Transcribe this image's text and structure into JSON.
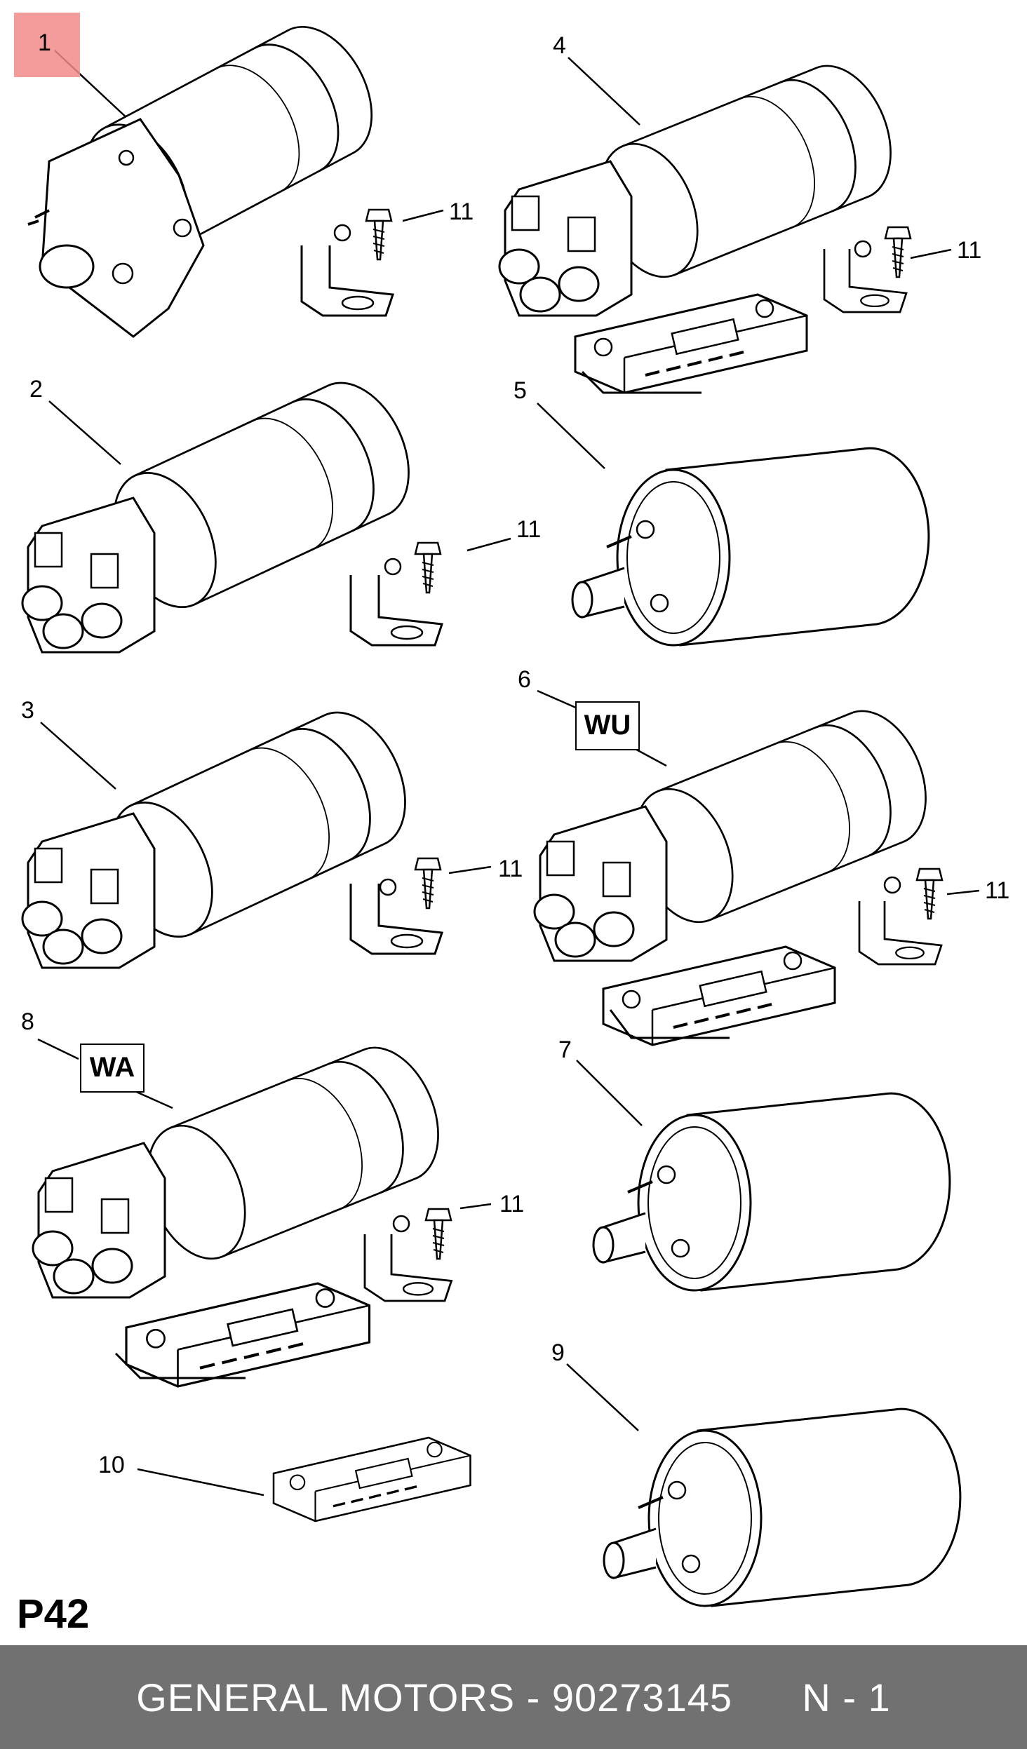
{
  "diagram": {
    "callouts": {
      "c1": "1",
      "c2": "2",
      "c3": "3",
      "c4": "4",
      "c5": "5",
      "c6": "6",
      "c7": "7",
      "c8": "8",
      "c9": "9",
      "c10": "10",
      "c11": "11"
    },
    "variant_codes": {
      "wu": "WU",
      "wa": "WA"
    },
    "page_code": "P42",
    "highlight_color": "#f28b8b"
  },
  "footer": {
    "text": "GENERAL MOTORS - 90273145",
    "qty": "N - 1",
    "background": "#717171"
  }
}
